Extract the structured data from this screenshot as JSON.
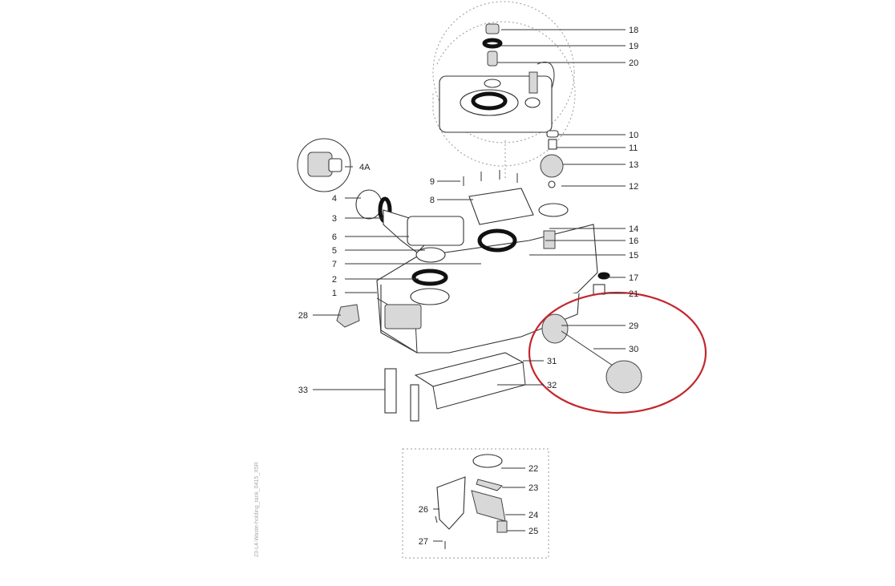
{
  "diagram": {
    "callouts": {
      "c1": "1",
      "c2": "2",
      "c3": "3",
      "c4": "4",
      "c4a": "4A",
      "c5": "5",
      "c6": "6",
      "c7": "7",
      "c8": "8",
      "c9": "9",
      "c10": "10",
      "c11": "11",
      "c12": "12",
      "c13": "13",
      "c14": "14",
      "c15": "15",
      "c16": "16",
      "c17": "17",
      "c18": "18",
      "c19": "19",
      "c20": "20",
      "c21": "21",
      "c22": "22",
      "c23": "23",
      "c24": "24",
      "c25": "25",
      "c26": "26",
      "c27": "27",
      "c28": "28",
      "c29": "29",
      "c30": "30",
      "c31": "31",
      "c32": "32",
      "c33": "33"
    },
    "side_note": "23-L4-Waste-holding_tank_0415_X5R",
    "highlight_color": "#c4262e"
  }
}
